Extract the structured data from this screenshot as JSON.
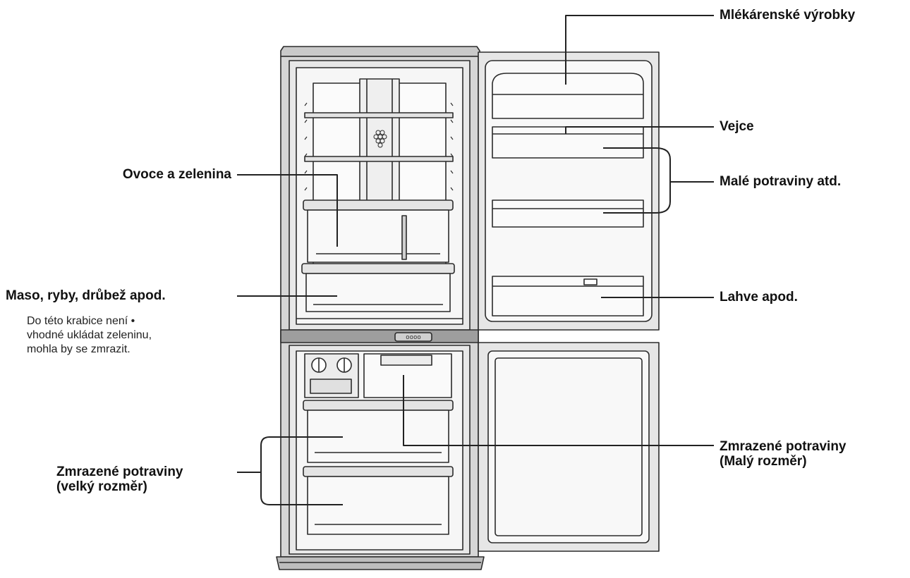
{
  "labels": {
    "dairy": "Mlékárenské výrobky",
    "eggs": "Vejce",
    "small_foods": "Malé potraviny atd.",
    "bottles": "Lahve apod.",
    "fruit_veg": "Ovoce a zelenina",
    "meat": "Maso, ryby, drůbež apod.",
    "meat_note": [
      "Do této krabice není •",
      "vhodné ukládat zeleninu,",
      "mohla by se zmrazit."
    ],
    "frozen_small": [
      "Zmrazené potraviny",
      "(Malý rozměr)"
    ],
    "frozen_large": [
      "Zmrazené potraviny",
      "(velký rozměr)"
    ]
  },
  "control_panel_text": "oooo",
  "colors": {
    "stroke": "#2b2b2b",
    "fill_light": "#f2f2f2",
    "fill_mid": "#d9d9d9",
    "fill_dark": "#b5b5b5"
  }
}
